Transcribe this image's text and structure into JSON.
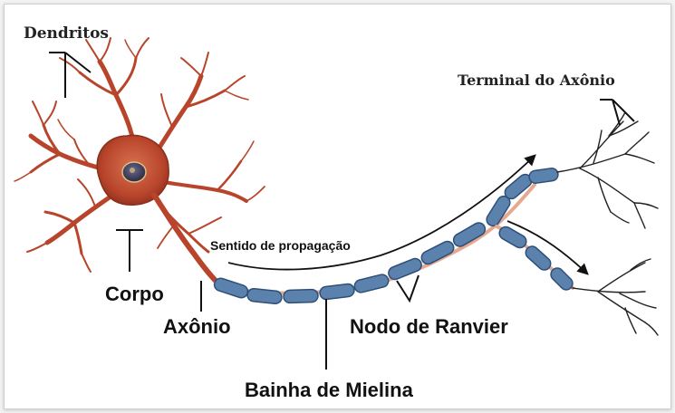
{
  "labels": {
    "dendritos": "Dendritos",
    "terminal": "Terminal do Axônio",
    "sentido": "Sentido de propagação",
    "corpo": "Corpo",
    "axonio": "Axônio",
    "nodo": "Nodo de Ranvier",
    "bainha": "Bainha de Mielina"
  },
  "colors": {
    "neuron_body": "#b8452b",
    "neuron_dark": "#8a2f1c",
    "nucleus": "#3b3a55",
    "myelin": "#5b82ad",
    "myelin_dark": "#2e4f78",
    "axon_core": "#e6a88f",
    "terminal": "#222222"
  }
}
